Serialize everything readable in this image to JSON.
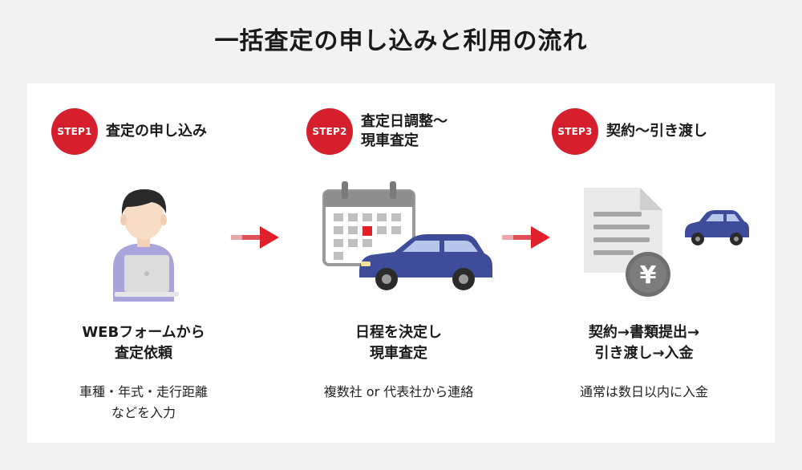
{
  "title": "一括査定の申し込みと利用の流れ",
  "steps": [
    {
      "badge": "STEP1",
      "label": [
        "査定の申し込み"
      ],
      "title": [
        "WEBフォームから",
        "査定依頼"
      ],
      "description": [
        "車種・年式・走行距離",
        "などを入力"
      ],
      "illustration": "person-laptop-icon"
    },
    {
      "badge": "STEP2",
      "label": [
        "査定日調整～",
        "現車査定"
      ],
      "title": [
        "日程を決定し",
        "現車査定"
      ],
      "description": [
        "複数社 or 代表社から連絡"
      ],
      "illustration": "calendar-car-icon"
    },
    {
      "badge": "STEP3",
      "label": [
        "契約～引き渡し"
      ],
      "title": [
        "契約→書類提出→",
        "引き渡し→入金"
      ],
      "description": [
        "通常は数日以内に入金"
      ],
      "illustration": "document-yen-car-icon"
    }
  ],
  "colors": {
    "accent": "#d51f2c",
    "car": "#3f4c9a",
    "calendar_marker": "#e0202a",
    "background": "#f2f2f2",
    "panel": "#ffffff"
  }
}
